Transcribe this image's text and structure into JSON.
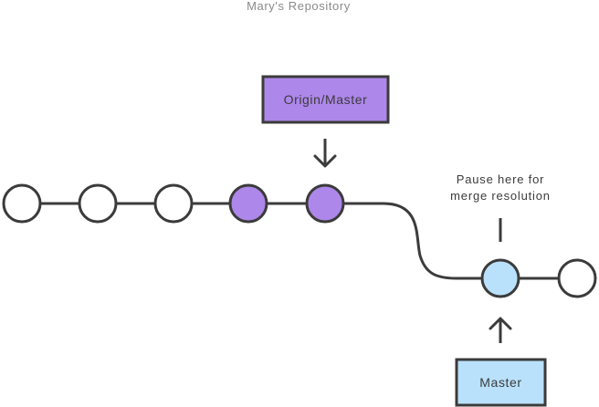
{
  "diagram": {
    "title": "Mary's Repository",
    "branches": {
      "origin_master": "Origin/Master",
      "master": "Master"
    },
    "note": {
      "line1": "Pause here for",
      "line2": "merge resolution"
    }
  },
  "colors": {
    "stroke": "#3b3b3b",
    "title_text": "#8a8a8a",
    "commit_default": "#ffffff",
    "commit_origin": "#ad87ea",
    "commit_local": "#b9e1fb",
    "origin_label_fill": "#ad87ea",
    "master_label_fill": "#b9e1fb",
    "text": "#3b3b3b"
  },
  "commits": [
    {
      "id": "commit-1",
      "branch": "shared"
    },
    {
      "id": "commit-2",
      "branch": "shared"
    },
    {
      "id": "commit-3",
      "branch": "shared"
    },
    {
      "id": "commit-4",
      "branch": "origin"
    },
    {
      "id": "commit-5",
      "branch": "origin"
    },
    {
      "id": "commit-6",
      "branch": "local"
    },
    {
      "id": "commit-7",
      "branch": "shared"
    }
  ]
}
